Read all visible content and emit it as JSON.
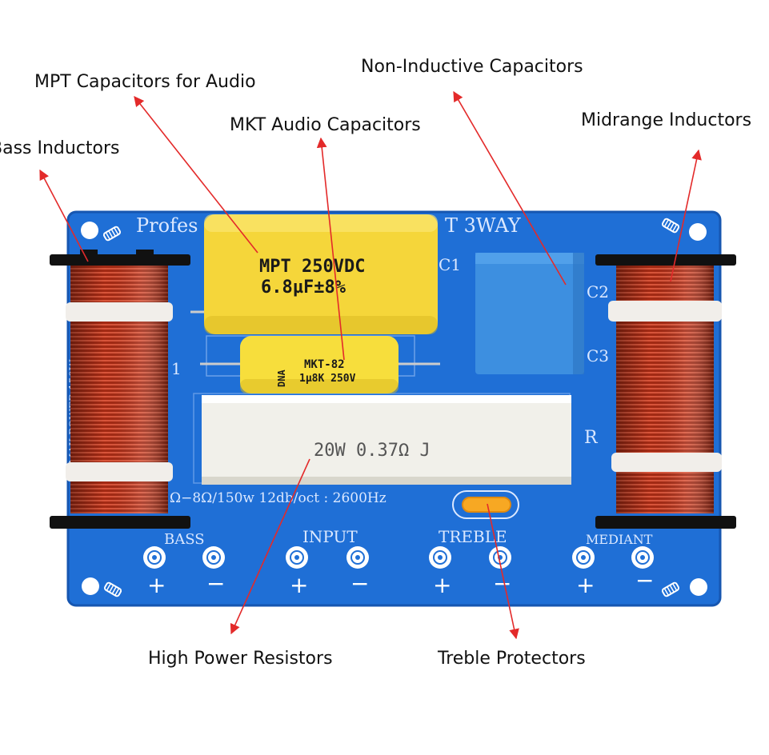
{
  "callouts": {
    "mpt": "MPT Capacitors for Audio",
    "mkt": "MKT Audio Capacitors",
    "non_inductive": "Non-Inductive Capacitors",
    "midrange": "Midrange Inductors",
    "bass": "Bass Inductors",
    "resistors": "High Power Resistors",
    "treble": "Treble Protectors"
  },
  "board": {
    "title_left": "Profes",
    "title_right": "T 3WAY",
    "spec_line": "Ω−8Ω/150w 12db/oct : 2600Hz",
    "side_text": "MAX POWER 150W",
    "ref_c1": "C1",
    "ref_c2": "C2",
    "ref_c3": "C3",
    "ref_r": "R",
    "ref_l1": "1",
    "terminals": {
      "bass": "BASS",
      "input": "INPUT",
      "treble": "TREBLE",
      "mediant": "MEDIANT",
      "plus": "+",
      "minus": "−"
    }
  },
  "components": {
    "mpt_line1": "MPT 250VDC",
    "mpt_line2": "6.8µF±8%",
    "mkt_line1": "MKT-82",
    "mkt_line2": "1µ8K 250V",
    "mkt_brand": "DNA",
    "resistor": "20W 0.37Ω J"
  },
  "colors": {
    "pcb": "#1f6fd6",
    "copper": "#b8351e",
    "mpt_cap": "#f5d63a",
    "mkt_cap": "#f7de3c",
    "box_cap": "#3d8fe0",
    "resistor": "#f1f0ea",
    "arrow": "#e32a2a"
  }
}
